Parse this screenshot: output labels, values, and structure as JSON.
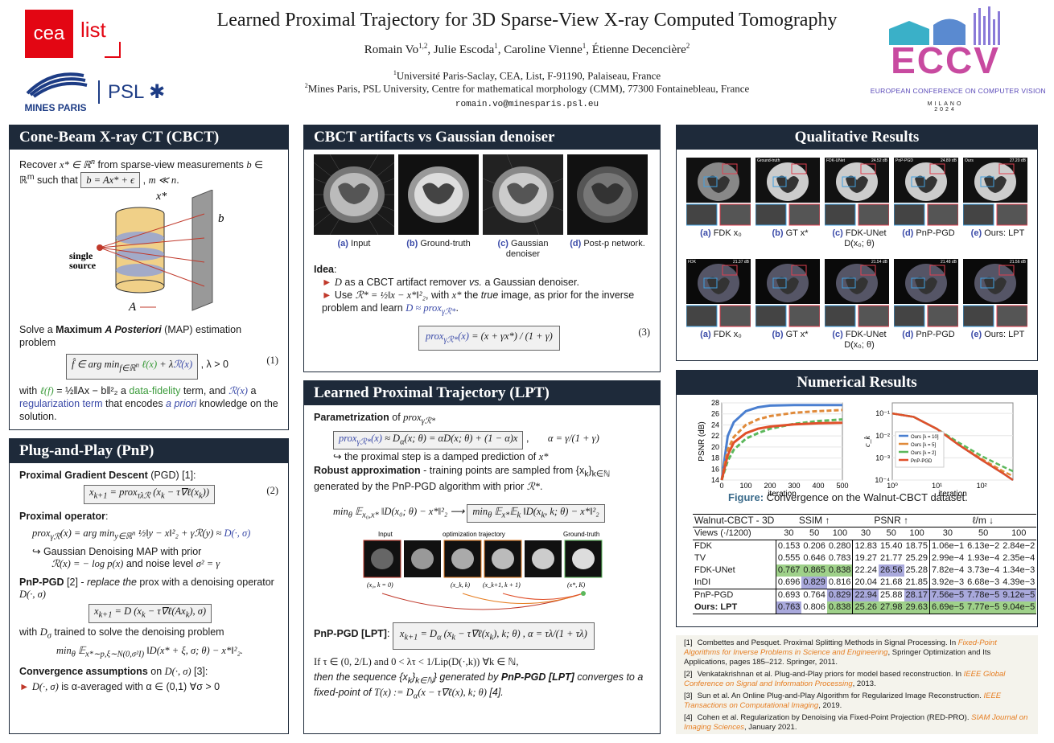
{
  "header": {
    "title": "Learned Proximal Trajectory for 3D Sparse-View X-ray Computed Tomography",
    "authors": "Romain Vo",
    "authors2": ", Julie Escoda",
    "authors3": ", Caroline Vienne",
    "authors4": ", Étienne Decencière",
    "sup12": "1,2",
    "sup1": "1",
    "sup2": "2",
    "affil1": "Université Paris-Saclay, CEA, List, F-91190, Palaiseau, France",
    "affil2": "Mines Paris, PSL University, Centre for mathematical morphology (CMM), 77300 Fontainebleau, France",
    "email": "romain.vo@minesparis.psl.eu",
    "logo_cea": "cea",
    "logo_list": "list",
    "logo_mines": "MINES PARIS",
    "logo_psl": "PSL",
    "eccv": "ECCV",
    "eccv_sub": "EUROPEAN CONFERENCE ON COMPUTER VISION",
    "eccv_city": "MILANO",
    "eccv_year": "2024"
  },
  "cbct": {
    "title": "Cone-Beam X-ray CT (CBCT)",
    "l1": "Recover ",
    "l1b": " from sparse-view measurements ",
    "l2": " such that ",
    "fig_x": "x*",
    "fig_b": "b",
    "fig_src": "single source",
    "fig_A": "A",
    "map_intro": "Solve a ",
    "map_bold": "Maximum ",
    "map_bi": "A Posteriori",
    "map_end": " (MAP) estimation problem",
    "eq1": "(1)",
    "with": "with ",
    "data_fid": "data-fidelity",
    "term": " term, and ",
    "a": " a ",
    "reg_term": "regularization term",
    "encodes": " that encodes ",
    "apriori": "a priori",
    "knowledge": " knowledge on the solution."
  },
  "pnp": {
    "title": "Plug-and-Play (PnP)",
    "pgd": "Proximal Gradient Descent",
    "pgd2": " (PGD) [1]:",
    "eq2": "(2)",
    "prox_op": "Proximal operator",
    "gauss1": "Gaussian Denoising MAP with prior",
    "gauss2": "and noise level",
    "pnppgd": "PnP-PGD",
    "pnppgd2": " [2] - ",
    "replace": "replace the",
    "pnppgd3": " prox with a denoising operator ",
    "trained": "with ",
    "trained2": " trained to solve the denoising problem",
    "conv": "Convergence assumptions",
    "conv2": " on ",
    "conv3": " [3]:",
    "avg": " is α-averaged with α ∈ (0,1)  ∀σ > 0"
  },
  "artifacts": {
    "title": "CBCT artifacts vs Gaussian denoiser",
    "caps": [
      {
        "k": "(a)",
        "t": "Input"
      },
      {
        "k": "(b)",
        "t": "Ground-truth"
      },
      {
        "k": "(c)",
        "t": "Gaussian denoiser"
      },
      {
        "k": "(d)",
        "t": "Post-p network."
      }
    ],
    "idea": "Idea",
    "b1": " as a CBCT artifact remover ",
    "vs": "vs.",
    "b1e": " a Gaussian denoiser.",
    "b2": "Use ",
    "b2b": ", with ",
    "b2c": " the ",
    "true": "true",
    "b2d": " image, as prior for the inverse problem and learn ",
    "eq3": "(3)"
  },
  "lpt": {
    "title": "Learned Proximal Trajectory (LPT)",
    "param": "Parametrization",
    "param2": " of ",
    "damped": "the proximal step is a damped prediction of ",
    "robust": "Robust approximation",
    "robust2": " - training points are sampled from {x",
    "robust3": " generated by the PnP-PGD algorithm with prior ",
    "traj_input": "Input",
    "traj_opt": "optimization trajectory",
    "traj_gt": "Ground-truth",
    "pnplpt": "PnP-PGD [LPT]",
    "cond": "If τ ∈ (0, 2/L) and 0 < λτ < 1/Lip(D(·,k)) ∀k ∈ ℕ,",
    "concl1": "then the sequence {x",
    "concl2": "} generated by ",
    "concl3": "PnP-PGD [LPT]",
    "concl4": " converges to a fixed-point of ",
    "concl5": " [4]."
  },
  "qual": {
    "title": "Qualitative Results",
    "caps": [
      {
        "k": "(a)",
        "t": "FDK x₀"
      },
      {
        "k": "(b)",
        "t": "GT x*"
      },
      {
        "k": "(c)",
        "t": "FDK-UNet D(x₀; θ)"
      },
      {
        "k": "(d)",
        "t": "PnP-PGD"
      },
      {
        "k": "(e)",
        "t": "Ours: LPT"
      }
    ],
    "tags": [
      "Ground-truth",
      "FDK-UNet",
      "PnP-PGD",
      "Ours"
    ],
    "psnr": [
      "",
      "24.52 dB",
      "24.89 dB",
      "27.20 dB"
    ],
    "tags2": [
      "FDK",
      "",
      "",
      "",
      ""
    ],
    "psnr2": [
      "21.37 dB",
      "",
      "21.54 dB",
      "21.48 dB",
      "21.56 dB"
    ]
  },
  "num": {
    "title": "Numerical Results",
    "fig_label": "Figure:",
    "fig_caption": " Convergence on the Walnut-CBCT dataset.",
    "left_ylabel": "PSNR (dB)",
    "left_xlabel": "iteration",
    "right_ylabel": "c_k",
    "right_xlabel": "iteration",
    "legend": [
      "Ours [λ = 10]",
      "Ours [λ = 5]",
      "Ours [λ = 2]",
      "PnP-PGD"
    ],
    "table": {
      "h1": [
        "Walnut-CBCT - 3D",
        "SSIM ↑",
        "PSNR ↑",
        "ℓ/m ↓"
      ],
      "h2": [
        "Views (·/1200)",
        "30",
        "50",
        "100",
        "30",
        "50",
        "100",
        "30",
        "50",
        "100"
      ],
      "rows": [
        [
          "FDK",
          "0.153",
          "0.206",
          "0.280",
          "12.83",
          "15.40",
          "18.75",
          "1.06e−1",
          "6.13e−2",
          "2.84e−2"
        ],
        [
          "TV",
          "0.555",
          "0.646",
          "0.783",
          "19.27",
          "21.77",
          "25.29",
          "2.99e−4",
          "1.93e−4",
          "2.35e−4"
        ],
        [
          "FDK-UNet",
          "0.767",
          "0.865",
          "0.838",
          "22.24",
          "26.56",
          "25.28",
          "7.82e−4",
          "3.73e−4",
          "1.34e−3"
        ],
        [
          "InDI",
          "0.696",
          "0.829",
          "0.816",
          "20.04",
          "21.68",
          "21.85",
          "3.92e−3",
          "6.68e−3",
          "4.39e−3"
        ],
        [
          "PnP-PGD",
          "0.693",
          "0.764",
          "0.829",
          "22.94",
          "25.88",
          "28.17",
          "7.56e−5",
          "7.78e−5",
          "9.12e−5"
        ],
        [
          "Ours: LPT",
          "0.763",
          "0.806",
          "0.838",
          "25.26",
          "27.98",
          "29.63",
          "6.69e−5",
          "7.77e−5",
          "9.04e−5"
        ]
      ]
    }
  },
  "refs": [
    {
      "n": "[1]",
      "a": "Combettes and Pesquet. Proximal Splitting Methods in Signal Processing. In ",
      "i": "Fixed-Point Algorithms for Inverse Problems in Science and Engineering",
      "e": ", Springer Optimization and Its Applications, pages 185–212. Springer, 2011."
    },
    {
      "n": "[2]",
      "a": "Venkatakrishnan et al. Plug-and-Play priors for model based reconstruction. In ",
      "i": "IEEE Global Conference on Signal and Information Processing",
      "e": ", 2013."
    },
    {
      "n": "[3]",
      "a": "Sun et al. An Online Plug-and-Play Algorithm for Regularized Image Reconstruction. ",
      "i": "IEEE Transactions on Computational Imaging",
      "e": ", 2019."
    },
    {
      "n": "[4]",
      "a": "Cohen et al. Regularization by Denoising via Fixed-Point Projection (RED-PRO). ",
      "i": "SIAM Journal on Imaging Sciences",
      "e": ", January 2021."
    }
  ],
  "chart_data": [
    {
      "type": "line",
      "title": "",
      "xlabel": "iteration",
      "ylabel": "PSNR (dB)",
      "xlim": [
        0,
        500
      ],
      "ylim": [
        14,
        28
      ],
      "x": [
        0,
        25,
        50,
        100,
        150,
        200,
        300,
        400,
        500
      ],
      "series": [
        {
          "name": "Ours [λ = 10]",
          "color": "#4a7fd0",
          "values": [
            14,
            22,
            24.5,
            26.5,
            27.2,
            27.5,
            27.6,
            27.6,
            27.6
          ]
        },
        {
          "name": "Ours [λ = 5]",
          "color": "#e08a3a",
          "values": [
            14,
            19.5,
            21.8,
            24,
            25,
            25.6,
            26.2,
            26.5,
            26.7
          ]
        },
        {
          "name": "Ours [λ = 2]",
          "color": "#5cb85c",
          "values": [
            14,
            17.5,
            19.5,
            21.5,
            22.5,
            23.3,
            24.2,
            24.7,
            25
          ]
        },
        {
          "name": "PnP-PGD",
          "color": "#e0502a",
          "values": [
            14,
            18.5,
            20.8,
            22.5,
            23.3,
            23.7,
            24.1,
            24.3,
            24.4
          ]
        }
      ]
    },
    {
      "type": "line",
      "title": "",
      "xlabel": "iteration",
      "ylabel": "c_k",
      "scale": "log",
      "xlim": [
        1,
        500
      ],
      "ylim": [
        0.0001,
        0.3
      ],
      "x": [
        1,
        3,
        10,
        30,
        100,
        300,
        500
      ],
      "series": [
        {
          "name": "Ours [λ = 10]",
          "color": "#4a7fd0",
          "values": [
            0.1,
            0.07,
            0.02,
            0.004,
            0.0008,
            0.0002,
            0.0001
          ]
        },
        {
          "name": "Ours [λ = 5]",
          "color": "#e08a3a",
          "values": [
            0.1,
            0.07,
            0.02,
            0.004,
            0.0009,
            0.00025,
            0.00015
          ]
        },
        {
          "name": "Ours [λ = 2]",
          "color": "#5cb85c",
          "values": [
            0.1,
            0.07,
            0.02,
            0.005,
            0.0012,
            0.0004,
            0.00025
          ]
        },
        {
          "name": "PnP-PGD",
          "color": "#e0502a",
          "values": [
            0.1,
            0.07,
            0.02,
            0.004,
            0.0008,
            0.0002,
            0.0001
          ]
        }
      ]
    }
  ]
}
